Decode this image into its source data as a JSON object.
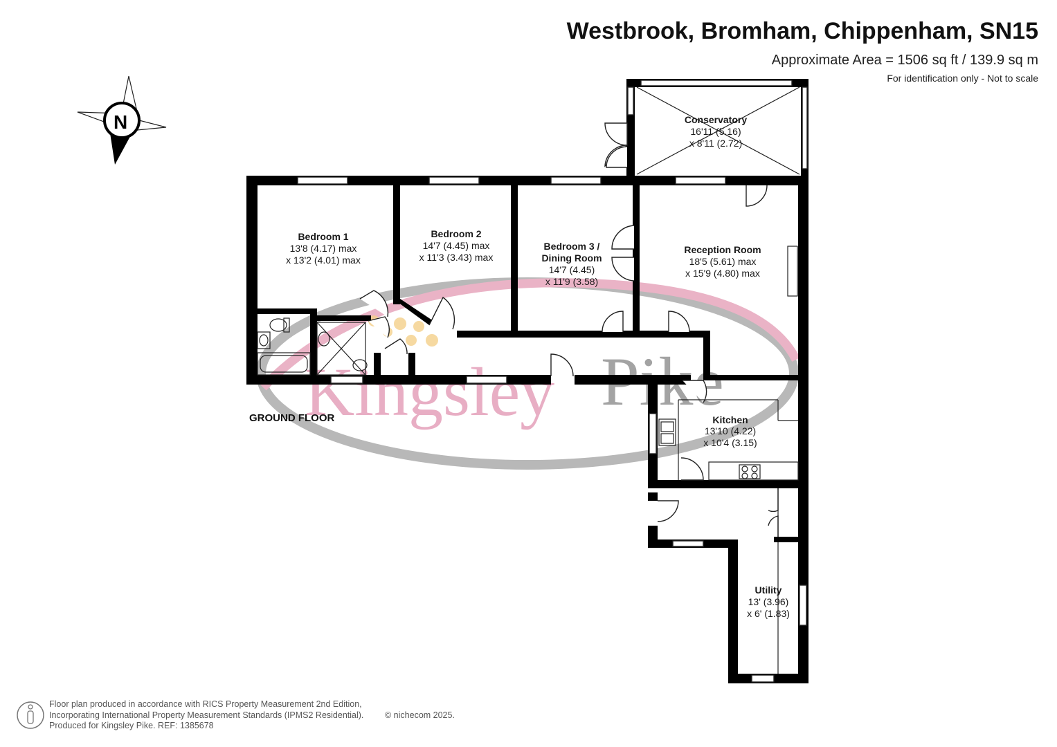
{
  "header": {
    "title": "Westbrook, Bromham, Chippenham, SN15",
    "area": "Approximate Area = 1506 sq ft / 139.9 sq m",
    "note": "For identification only - Not to scale"
  },
  "compass": {
    "letter": "N"
  },
  "floor_label": "GROUND FLOOR",
  "rooms": {
    "conservatory": {
      "name": "Conservatory",
      "dim1": "16'11 (5.16)",
      "dim2": "x 8'11 (2.72)"
    },
    "bedroom1": {
      "name": "Bedroom 1",
      "dim1": "13'8 (4.17) max",
      "dim2": "x 13'2 (4.01) max"
    },
    "bedroom2": {
      "name": "Bedroom 2",
      "dim1": "14'7 (4.45) max",
      "dim2": "x 11'3 (3.43) max"
    },
    "bedroom3": {
      "name1": "Bedroom 3 /",
      "name2": "Dining Room",
      "dim1": "14'7 (4.45)",
      "dim2": "x 11'9 (3.58)"
    },
    "reception": {
      "name": "Reception Room",
      "dim1": "18'5 (5.61) max",
      "dim2": "x 15'9 (4.80) max"
    },
    "kitchen": {
      "name": "Kitchen",
      "dim1": "13'10 (4.22)",
      "dim2": "x 10'4 (3.15)"
    },
    "utility": {
      "name": "Utility",
      "dim1": "13' (3.96)",
      "dim2": "x 6' (1.83)"
    }
  },
  "watermark": {
    "brand_a": "Kingsley",
    "brand_b": "Pike"
  },
  "footer": {
    "line1": "Floor plan produced in accordance with RICS Property Measurement 2nd Edition,",
    "line2": "Incorporating International Property Measurement Standards (IPMS2 Residential).",
    "copyright": "© nichecom 2025.",
    "line3": "Produced for Kingsley Pike.   REF: 1385678"
  },
  "colors": {
    "watermark_grey": "#9a9a9a",
    "watermark_pink": "#e5a0ba",
    "wall": "#000000"
  },
  "icons": [
    "compass-rose-icon",
    "person-info-icon",
    "sink-icon",
    "toilet-icon",
    "bath-icon",
    "shower-icon",
    "hob-icon"
  ]
}
